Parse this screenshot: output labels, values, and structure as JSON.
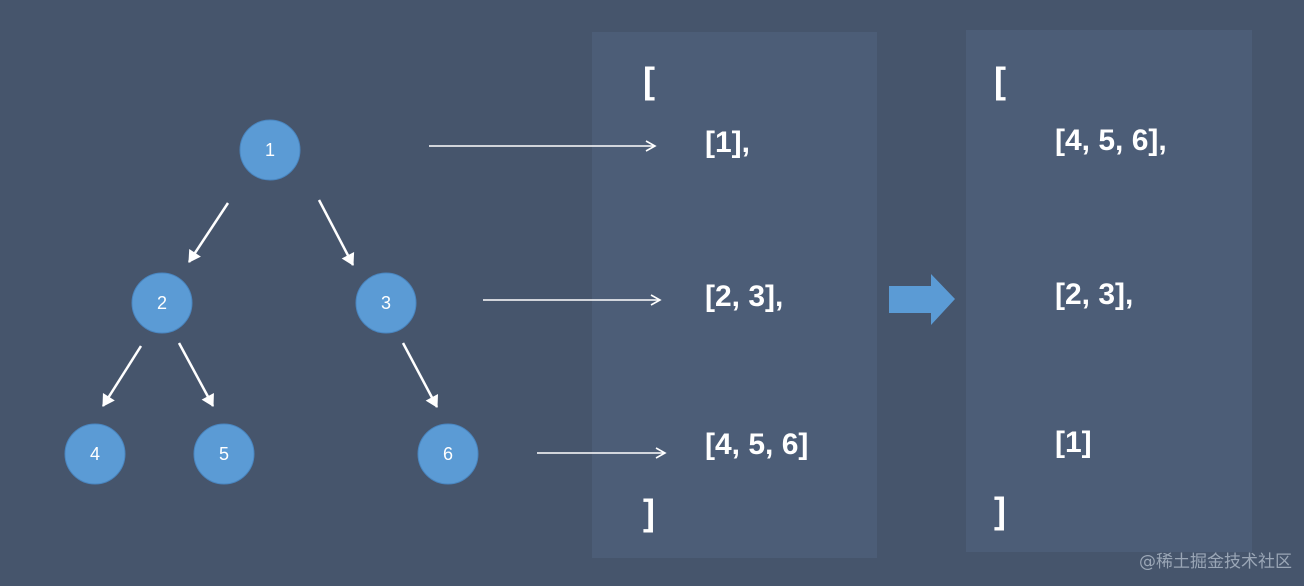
{
  "tree": {
    "nodes": [
      {
        "id": "n1",
        "label": "1"
      },
      {
        "id": "n2",
        "label": "2"
      },
      {
        "id": "n3",
        "label": "3"
      },
      {
        "id": "n4",
        "label": "4"
      },
      {
        "id": "n5",
        "label": "5"
      },
      {
        "id": "n6",
        "label": "6"
      }
    ]
  },
  "level_order": {
    "open": "[",
    "rows": [
      "[1],",
      "[2, 3],",
      "[4, 5, 6]"
    ],
    "close": "]"
  },
  "reversed": {
    "open": "[",
    "rows": [
      "[4, 5, 6],",
      "[2, 3],",
      "[1]"
    ],
    "close": "]"
  },
  "watermark": "@稀土掘金技术社区",
  "colors": {
    "background": "#46556c",
    "panel": "#4c5d77",
    "node_fill": "#5b9bd5",
    "arrow": "#ffffff",
    "big_arrow": "#5b9bd5"
  }
}
